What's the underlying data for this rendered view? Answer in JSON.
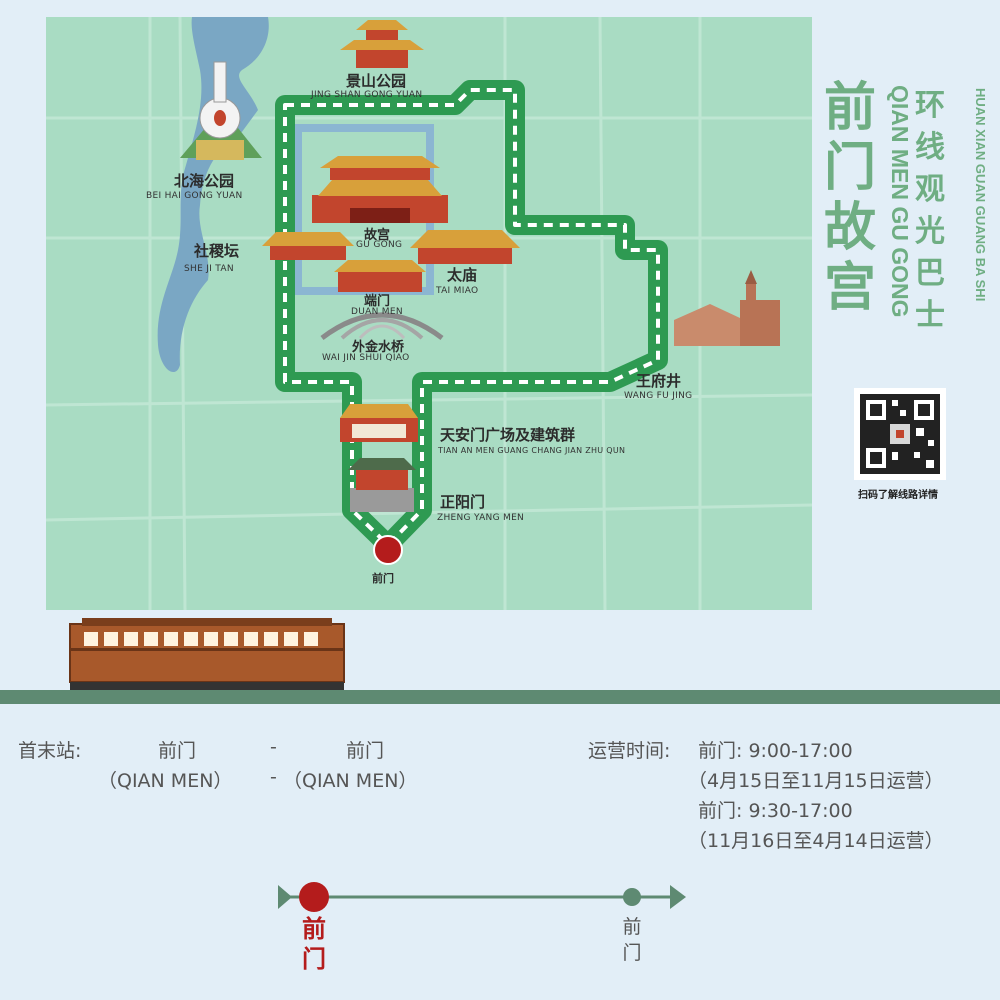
{
  "title": {
    "main": "前门故宫",
    "sub": "环线观光巴士",
    "main_pinyin": "QIAN MEN GU GONG",
    "sub_pinyin": "HUAN XIAN GUAN GUANG BA SHI"
  },
  "qr_caption": "扫码了解线路详情",
  "stops": {
    "jingshan": {
      "zh": "景山公园",
      "en": "JING SHAN GONG YUAN"
    },
    "beihai": {
      "zh": "北海公园",
      "en": "BEI HAI GONG YUAN"
    },
    "gugong": {
      "zh": "故宫",
      "en": "GU GONG"
    },
    "shejitan": {
      "zh": "社稷坛",
      "en": "SHE JI TAN"
    },
    "taimiao": {
      "zh": "太庙",
      "en": "TAI MIAO"
    },
    "duanmen": {
      "zh": "端门",
      "en": "DUAN MEN"
    },
    "waijinshuiqiao": {
      "zh": "外金水桥",
      "en": "WAI JIN SHUI QIAO"
    },
    "wangfujing": {
      "zh": "王府井",
      "en": "WANG FU JING"
    },
    "tiananmen": {
      "zh": "天安门广场及建筑群",
      "en": "TIAN AN MEN GUANG CHANG JIAN ZHU QUN"
    },
    "zhengyangmen": {
      "zh": "正阳门",
      "en": "ZHENG YANG MEN"
    },
    "qianmen": {
      "zh": "前门"
    }
  },
  "info": {
    "terminal_label": "首末站:",
    "terminal_from": "前门",
    "terminal_dash": "-",
    "terminal_to": "前门",
    "terminal_from_en": "（QIAN MEN）",
    "terminal_dash2": "-",
    "terminal_to_en": "（QIAN MEN）",
    "hours_label": "运营时间:",
    "hours_1": "前门:   9:00-17:00",
    "season_1": "（4月15日至11月15日运营）",
    "hours_2": "前门:   9:30-17:00",
    "season_2": "（11月16日至4月14日运营）"
  },
  "route_line": {
    "start": "前门",
    "end": "前门"
  },
  "colors": {
    "map_bg": "#a9dcc3",
    "page_bg": "#e2eef7",
    "route": "#2e9a52",
    "water": "#7aa7c4",
    "accent_red": "#b41c1c",
    "title_green": "#6fae83"
  }
}
